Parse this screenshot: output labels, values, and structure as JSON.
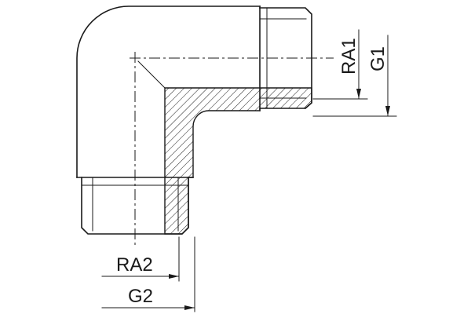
{
  "drawing": {
    "type": "technical-drawing",
    "subject": "90-degree elbow threaded fitting, part section view",
    "background_color": "#ffffff",
    "line_color": "#1a1a1a",
    "labels": {
      "ra1": "RA1",
      "g1": "G1",
      "ra2": "RA2",
      "g2": "G2"
    }
  }
}
